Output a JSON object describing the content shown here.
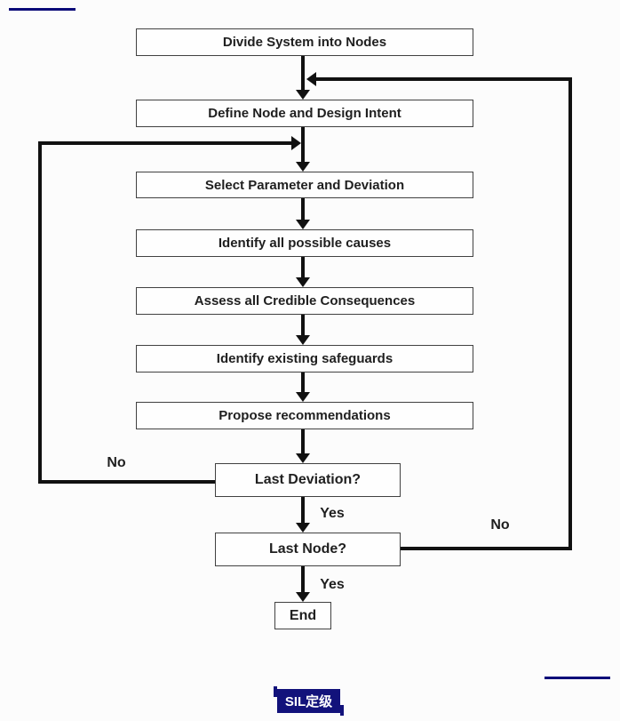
{
  "diagram": {
    "boxes": [
      {
        "label": "Divide System into Nodes"
      },
      {
        "label": "Define Node and Design Intent"
      },
      {
        "label": "Select Parameter and Deviation"
      },
      {
        "label": "Identify all possible causes"
      },
      {
        "label": "Assess all Credible Consequences"
      },
      {
        "label": "Identify existing safeguards"
      },
      {
        "label": "Propose recommendations"
      },
      {
        "label": "Last Deviation?"
      },
      {
        "label": "Last Node?"
      },
      {
        "label": "End"
      }
    ],
    "edge_labels": {
      "last_deviation_no": "No",
      "last_deviation_yes": "Yes",
      "last_node_no": "No",
      "last_node_yes": "Yes"
    },
    "colors": {
      "arrow": "#111111",
      "box_border": "#414141",
      "box_fill": "#fefefe",
      "text": "#1f1f1f"
    }
  },
  "footer": {
    "tag_label": "SIL定级",
    "tag_bg": "#12127b",
    "tag_fg": "#ffffff"
  },
  "decor": {
    "navy_line_color": "#0a0a78"
  }
}
